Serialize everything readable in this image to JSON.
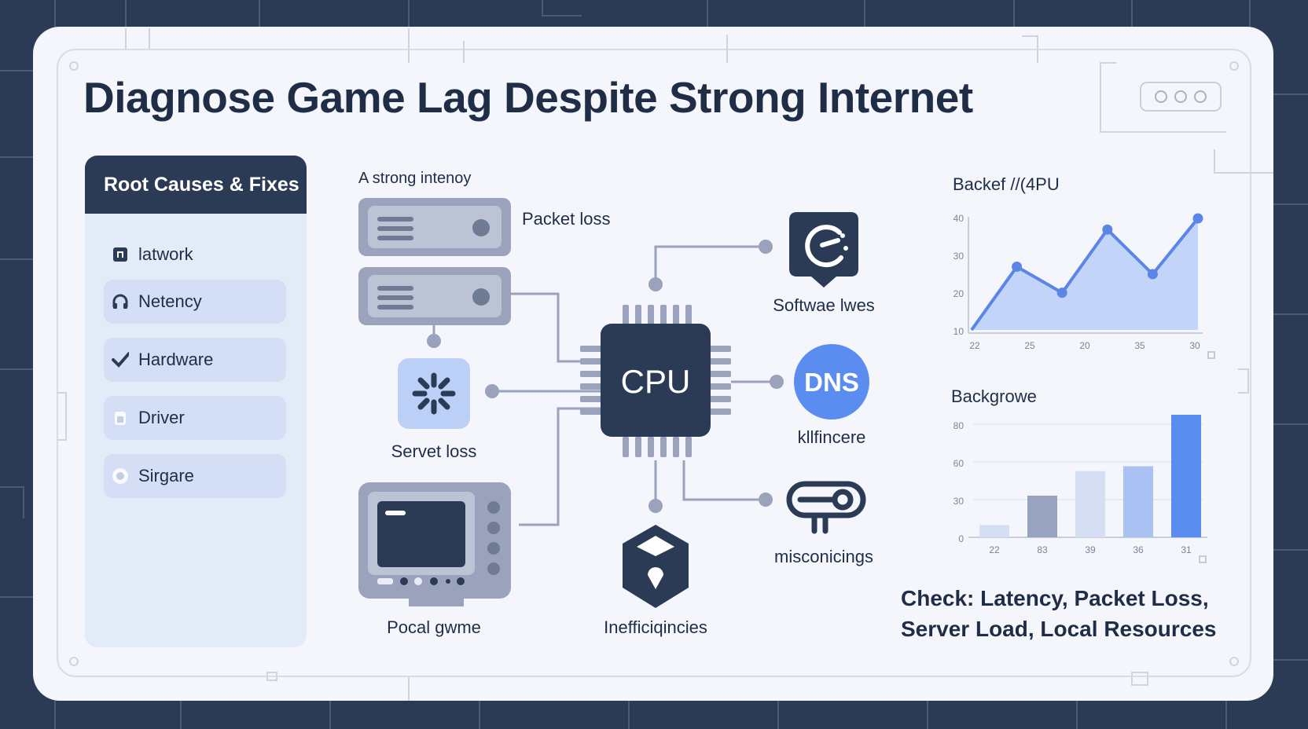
{
  "title": "Diagnose Game Lag Despite Strong Internet",
  "sidebar": {
    "header": "Root Causes & Fixes",
    "items": [
      {
        "label": "latwork",
        "icon": "square-icon"
      },
      {
        "label": "Netency",
        "icon": "headphones-icon"
      },
      {
        "label": "Hardware",
        "icon": "checkmark-icon"
      },
      {
        "label": "Driver",
        "icon": "file-icon"
      },
      {
        "label": "Sirgare",
        "icon": "circle-icon"
      }
    ]
  },
  "diagram": {
    "subtitle": "A strong intenoy",
    "center_label": "CPU",
    "dns_label": "DNS",
    "labels": {
      "packet_loss": "Packet loss",
      "servet_loss": "Servet loss",
      "pocal_game": "Pocal gwme",
      "inefficiencies": "Inefficiqincies",
      "software": "Softwae lwes",
      "dns_caption": "kllfincere",
      "misconfig": "misconicings"
    }
  },
  "chart_data": [
    {
      "type": "area",
      "title": "Backef //(4PU",
      "x": [
        "22",
        "25",
        "20",
        "35",
        "30"
      ],
      "y_ticks": [
        "40",
        "30",
        "20",
        "10"
      ],
      "values": [
        10,
        27,
        20,
        37,
        25,
        40
      ],
      "ylim": [
        10,
        40
      ],
      "color": "#5b86e5"
    },
    {
      "type": "bar",
      "title": "Backgrowe",
      "categories": [
        "22",
        "83",
        "39",
        "36",
        "31"
      ],
      "y_ticks": [
        "80",
        "60",
        "30",
        "0"
      ],
      "values": [
        10,
        34,
        54,
        58,
        100
      ],
      "ylim": [
        0,
        100
      ],
      "colors": [
        "#d5def2",
        "#97a3bf",
        "#d5def2",
        "#a9c1f3",
        "#5b8cf0"
      ]
    }
  ],
  "footer": {
    "line1": "Check: Latency, Packet Loss,",
    "line2": "Server Load, Local Resources"
  },
  "colors": {
    "navy": "#2b3a55",
    "slate": "#9aa3bb",
    "blue": "#5b8cf0",
    "light_blue": "#bcd0f7"
  }
}
